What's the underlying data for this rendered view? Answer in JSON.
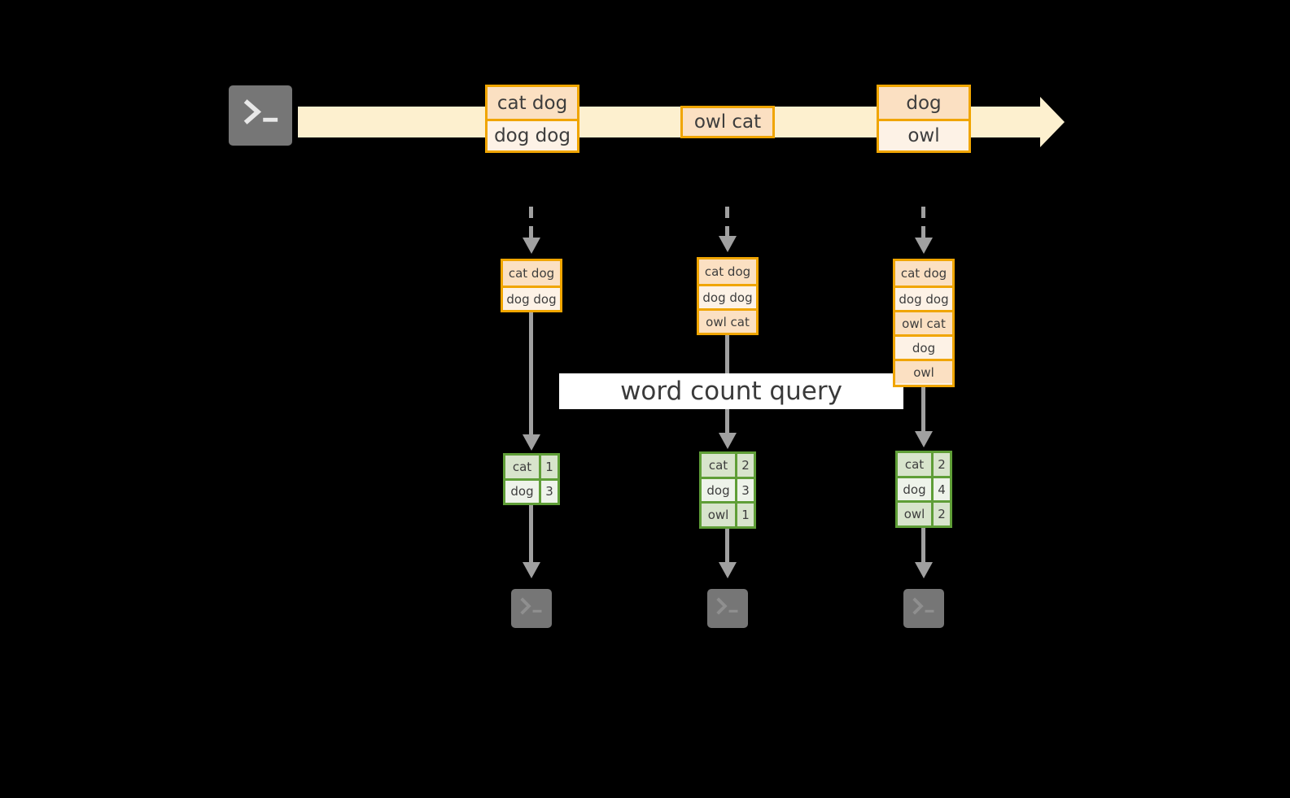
{
  "diagram": {
    "title_label": "word count query",
    "colors": {
      "background": "#000000",
      "stream_band": "#fdf0cf",
      "event_border": "#f0a500",
      "event_fill_dark": "#fbe0c2",
      "event_fill_light": "#fdf2e6",
      "result_border": "#5f9e37",
      "result_fill_dark": "#d8e4cc",
      "result_fill_light": "#eef3ea",
      "arrow": "#a0a0a0",
      "terminal_fill": "#767676",
      "label_fill": "#ffffff",
      "text": "#3d3d3d"
    },
    "source": {
      "icon": "terminal-icon",
      "name": "source-terminal"
    },
    "stream": {
      "name": "event-stream-arrow",
      "groups": [
        {
          "name": "stream-event-group-1",
          "rows": [
            {
              "text": "cat dog",
              "shade": "dark"
            },
            {
              "text": "dog dog",
              "shade": "light"
            }
          ]
        },
        {
          "name": "stream-event-group-2",
          "rows": [
            {
              "text": "owl cat",
              "shade": "dark"
            }
          ]
        },
        {
          "name": "stream-event-group-3",
          "rows": [
            {
              "text": "dog",
              "shade": "dark"
            },
            {
              "text": "owl",
              "shade": "light"
            }
          ]
        }
      ]
    },
    "snapshots": [
      {
        "name": "snapshot-1",
        "input_rows": [
          {
            "text": "cat dog",
            "shade": "dark"
          },
          {
            "text": "dog dog",
            "shade": "light"
          }
        ],
        "result_rows": [
          {
            "word": "cat",
            "count": "1",
            "shade": "dark"
          },
          {
            "word": "dog",
            "count": "3",
            "shade": "light"
          }
        ],
        "sink_icon": "terminal-icon"
      },
      {
        "name": "snapshot-2",
        "input_rows": [
          {
            "text": "cat dog",
            "shade": "dark"
          },
          {
            "text": "dog dog",
            "shade": "light"
          },
          {
            "text": "owl cat",
            "shade": "dark"
          }
        ],
        "result_rows": [
          {
            "word": "cat",
            "count": "2",
            "shade": "dark"
          },
          {
            "word": "dog",
            "count": "3",
            "shade": "light"
          },
          {
            "word": "owl",
            "count": "1",
            "shade": "dark"
          }
        ],
        "sink_icon": "terminal-icon"
      },
      {
        "name": "snapshot-3",
        "input_rows": [
          {
            "text": "cat dog",
            "shade": "dark"
          },
          {
            "text": "dog dog",
            "shade": "light"
          },
          {
            "text": "owl cat",
            "shade": "dark"
          },
          {
            "text": "dog",
            "shade": "light"
          },
          {
            "text": "owl",
            "shade": "dark"
          }
        ],
        "result_rows": [
          {
            "word": "cat",
            "count": "2",
            "shade": "dark"
          },
          {
            "word": "dog",
            "count": "4",
            "shade": "light"
          },
          {
            "word": "owl",
            "count": "2",
            "shade": "dark"
          }
        ],
        "sink_icon": "terminal-icon"
      }
    ]
  }
}
